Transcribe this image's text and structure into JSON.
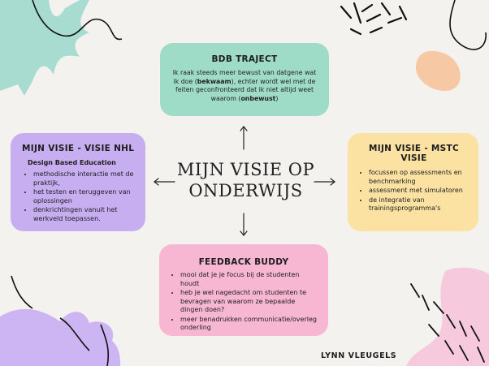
{
  "center_title": {
    "line1": "MIJN VISIE OP",
    "line2": "ONDERWIJS"
  },
  "author": "LYNN VLEUGELS",
  "cards": {
    "bdb": {
      "title": "BDB TRAJECT",
      "text_a": "Ik raak steeds meer bewust van datgene wat ik doe (",
      "bold_a": "bekwaam",
      "text_b": "), echter wordt wel met de feiten geconfronteerd dat ik niet altijd weet waarom (",
      "bold_b": "onbewust",
      "text_c": ")"
    },
    "nhl": {
      "title": "MIJN VISIE - VISIE NHL",
      "subtitle": "Design Based Education",
      "items": [
        "methodische interactie met de praktijk,",
        " het testen en teruggeven van oplossingen",
        " denkrichtingen vanuit het werkveld toepassen."
      ]
    },
    "mstc": {
      "title": "MIJN VISIE - MSTC VISIE",
      "items": [
        "focussen op assessments en benchmarking",
        "assessment met simulatoren",
        "de integratie van trainingsprogramma's"
      ]
    },
    "feedback": {
      "title": "FEEDBACK BUDDY",
      "items": [
        "mooi dat je je focus bij de studenten houdt",
        "heb je wel nagedacht om studenten te bevragen van waarom ze bepaalde dingen doen?",
        "meer benadrukken communicatie/overleg onderling"
      ]
    }
  },
  "colors": {
    "background": "#f3f2ef",
    "bdb": "#9fdcc8",
    "nhl": "#c7aef0",
    "mstc": "#fbe2a3",
    "feedback": "#f7b7d2",
    "deco_teal": "#a9dcd0",
    "deco_purple": "#cdb4f2",
    "deco_pink": "#f6c9dc",
    "ink": "#111111"
  }
}
